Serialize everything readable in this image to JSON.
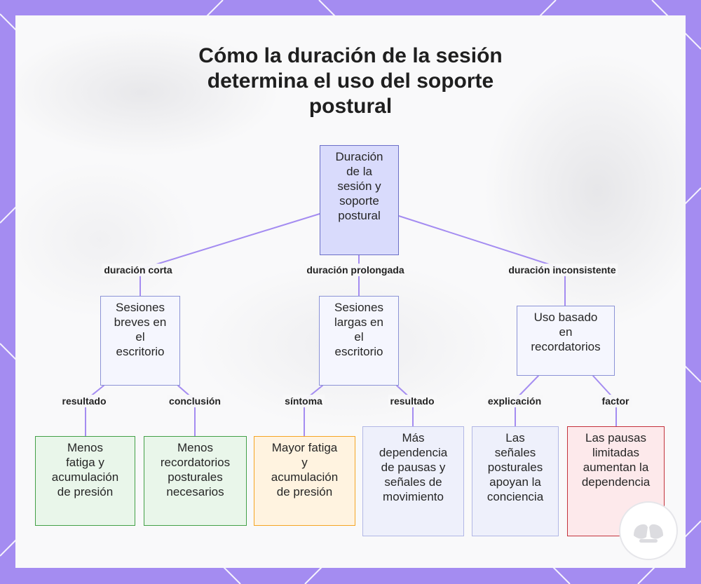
{
  "title": "Cómo la duración de la sesión determina el uso del soporte postural",
  "nodes": {
    "root": "Duración de la sesión y soporte postural",
    "short": "Sesiones breves en el escritorio",
    "long": "Sesiones largas en el escritorio",
    "inconsistent": "Uso basado en recordatorios",
    "short_result": "Menos fatiga y acumulación de presión",
    "short_conclusion": "Menos recordatorios posturales necesarios",
    "long_symptom": "Mayor fatiga y acumulación de presión",
    "long_result": "Más dependencia de pausas y señales de movimiento",
    "inconsistent_explanation": "Las señales posturales apoyan la conciencia",
    "inconsistent_factor": "Las pausas limitadas aumentan la dependencia"
  },
  "edges": {
    "root_short": "duración corta",
    "root_long": "duración prolongada",
    "root_inconsistent": "duración inconsistente",
    "short_result": "resultado",
    "short_conclusion": "conclusión",
    "long_symptom": "síntoma",
    "long_result": "resultado",
    "inconsistent_explanation": "explicación",
    "inconsistent_factor": "factor"
  },
  "icons": {
    "logo": "logo-icon"
  },
  "colors": {
    "frame": "#a48cf1",
    "connector": "#a48cf1",
    "root_fill": "#d9dbfc",
    "root_border": "#6c70c8",
    "branch_fill": "#f5f6fe",
    "branch_border": "#8c93d6",
    "green_fill": "#e9f6ea",
    "green_border": "#43a047",
    "orange_fill": "#fff3e0",
    "orange_border": "#f5a524",
    "blue_fill": "#eef0fb",
    "blue_border": "#b2b7e6",
    "red_fill": "#fde9eb",
    "red_border": "#c3323c"
  }
}
